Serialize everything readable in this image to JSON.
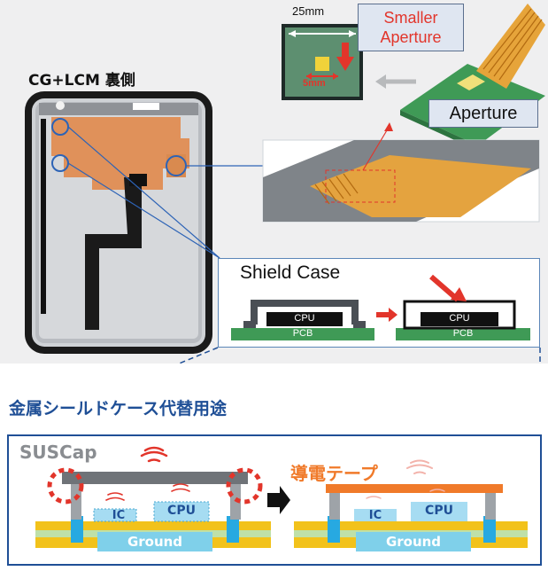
{
  "header": {
    "phone_title": "CG+LCM 裏側"
  },
  "aperture": {
    "dim_25": "25mm",
    "dim_5": "5mm",
    "smaller_line1": "Smaller",
    "smaller_line2": "Aperture",
    "aperture_label": "Aperture"
  },
  "shield": {
    "title": "Shield Case",
    "cpu_left": "CPU",
    "pcb_left": "PCB",
    "cpu_right": "CPU",
    "pcb_right": "PCB"
  },
  "section": {
    "title": "金属シールドケース代替用途"
  },
  "compare": {
    "suscap": "SUSCap",
    "tape": "導電テープ",
    "ic_left": "IC",
    "cpu_left": "CPU",
    "ground_left": "Ground",
    "ic_right": "IC",
    "cpu_right": "CPU",
    "ground_right": "Ground"
  },
  "colors": {
    "accent_blue": "#1f4f96",
    "pcb_green": "#3f9a56",
    "tape_orange": "#f07a2a",
    "alert_red": "#e2352b",
    "ground_yellow": "#f2c21b",
    "pad_cyan": "#27a9e1"
  }
}
